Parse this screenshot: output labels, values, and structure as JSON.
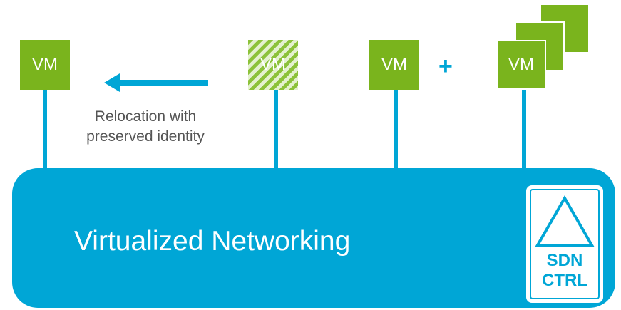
{
  "network": {
    "label": "Virtualized Networking"
  },
  "vms": [
    {
      "label": "VM",
      "state": "relocated"
    },
    {
      "label": "VM",
      "state": "origin (ghost)"
    },
    {
      "label": "VM",
      "state": "single"
    },
    {
      "label": "VM",
      "state": "stacked"
    }
  ],
  "plus_sign": "+",
  "relocation": {
    "caption_line1": "Relocation with",
    "caption_line2": "preserved identity"
  },
  "controller": {
    "line1": "SDN",
    "line2": "CTRL"
  },
  "colors": {
    "network_blue": "#00a6d6",
    "vm_green": "#7ab41d",
    "caption_gray": "#555555"
  },
  "icons": {
    "arrow": "arrow-left-icon",
    "controller": "triangle-icon"
  }
}
